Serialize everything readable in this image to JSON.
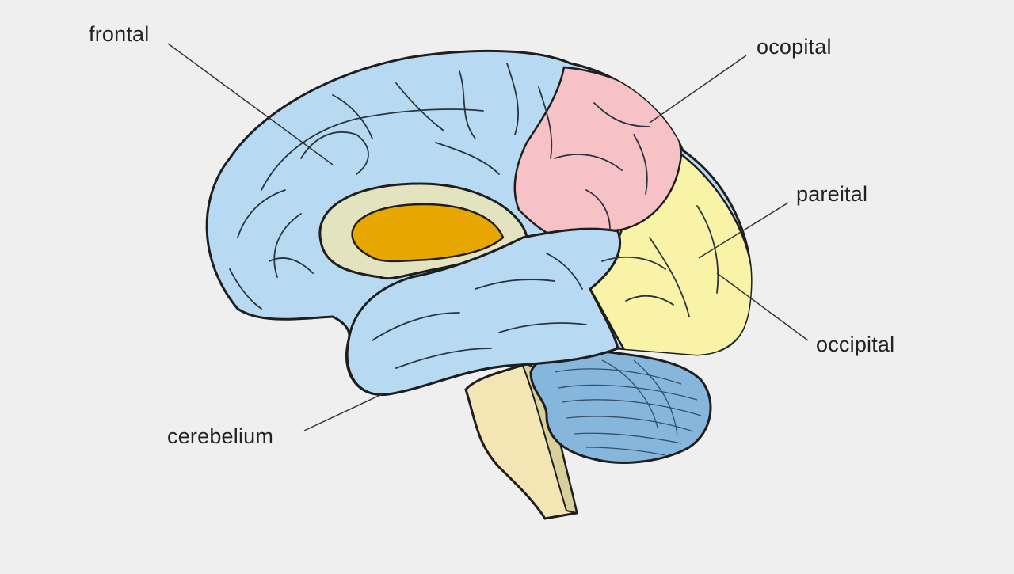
{
  "labels": {
    "frontal": "frontal",
    "occipital_top": "ocopital",
    "pareital": "pareital",
    "occipital_right": "occipital",
    "cerebellum": "cerebelium"
  },
  "colors": {
    "background": "#efefef",
    "cortex_blue": "#b7daf2",
    "occipital_pink": "#f6c2c6",
    "parietal_yellow": "#f8f3a6",
    "corpus_cream": "#e4e3c0",
    "thalamus_orange": "#e8a700",
    "brainstem_cream": "#f4e6b4",
    "cerebellum_blue": "#86b6dc",
    "outline": "#1e1e1e"
  }
}
